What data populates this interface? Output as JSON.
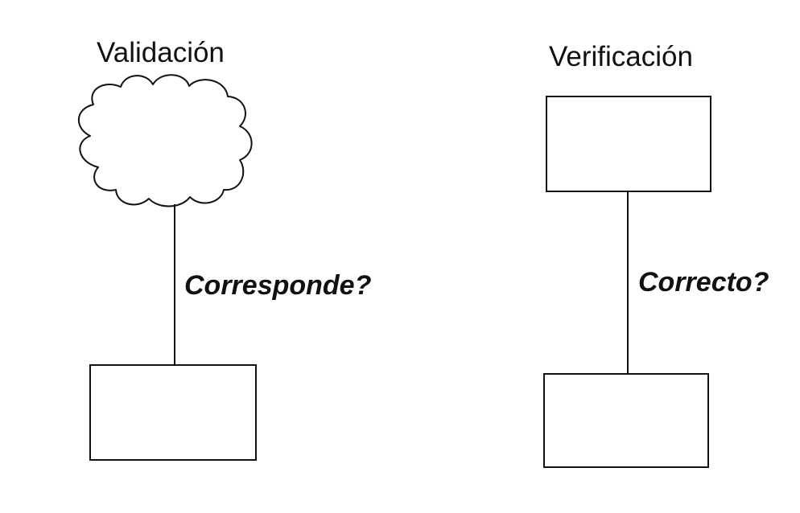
{
  "validation": {
    "title": "Validación",
    "question": "Corresponde?",
    "top_shape": "cloud",
    "bottom_shape": "rectangle"
  },
  "verification": {
    "title": "Verificación",
    "question": "Correcto?",
    "top_shape": "rectangle",
    "bottom_shape": "rectangle"
  },
  "colors": {
    "ink": "#111111",
    "background": "#ffffff"
  }
}
